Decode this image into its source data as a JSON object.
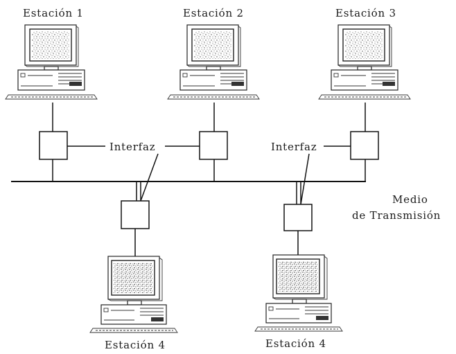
{
  "labels": {
    "station_1": "Estación 1",
    "station_2": "Estación 2",
    "station_3": "Estación 3",
    "station_4_left": "Estación 4",
    "station_4_right": "Estación 4",
    "interface_left": "Interfaz",
    "interface_right": "Interfaz",
    "medium_line1": "Medio",
    "medium_line2": "de Transmisión"
  }
}
